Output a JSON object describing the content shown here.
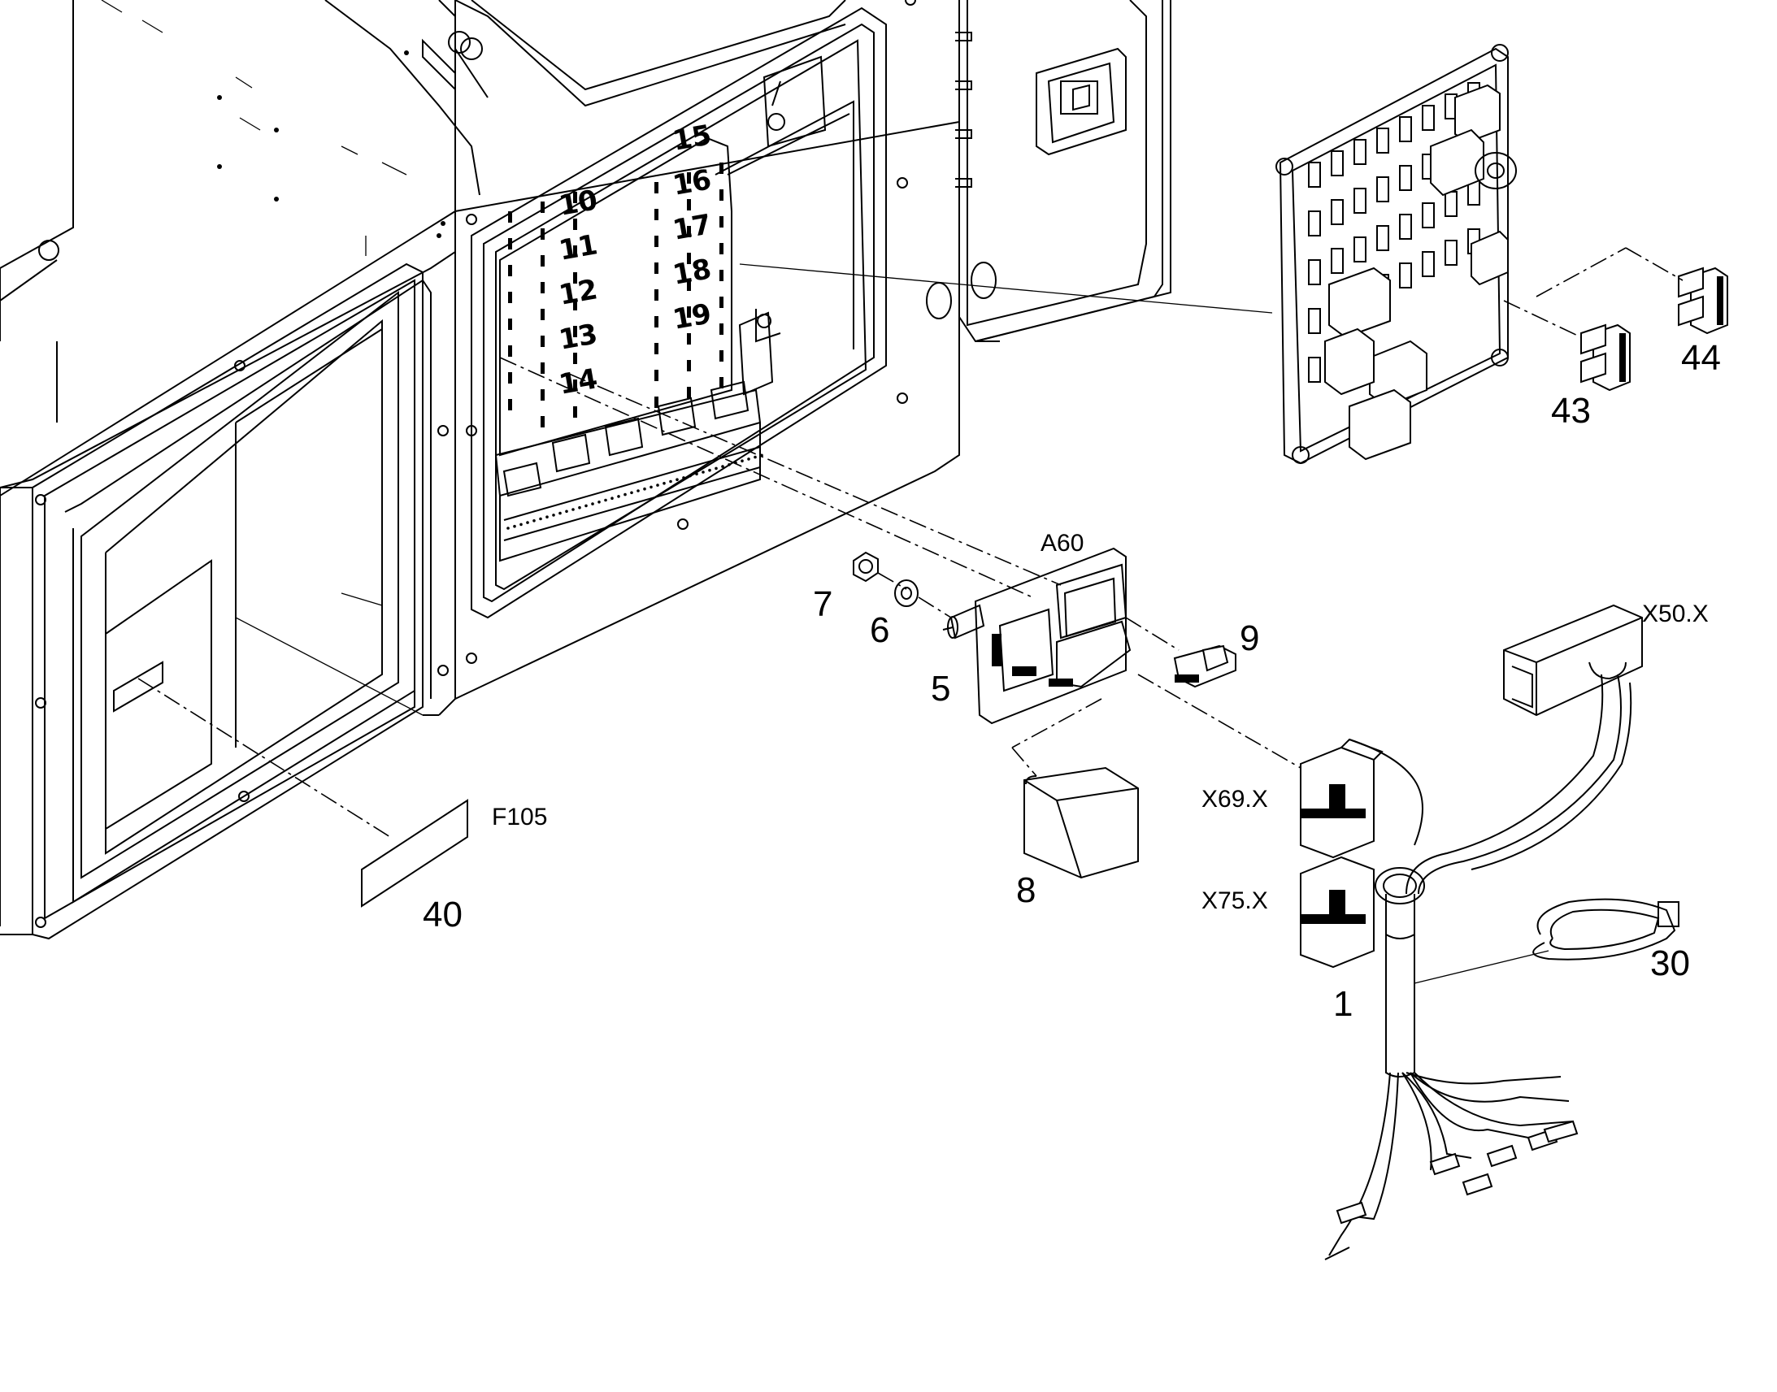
{
  "callouts": {
    "c1": "1",
    "c5": "5",
    "c6": "6",
    "c7": "7",
    "c8": "8",
    "c9": "9",
    "c30": "30",
    "c40": "40",
    "c43": "43",
    "c44": "44",
    "a60": "A60",
    "f105": "F105",
    "x50": "X50.X",
    "x69": "X69.X",
    "x75": "X75.X"
  },
  "slot_numbers": [
    "10",
    "11",
    "12",
    "13",
    "14",
    "15",
    "16",
    "17",
    "18",
    "19"
  ]
}
